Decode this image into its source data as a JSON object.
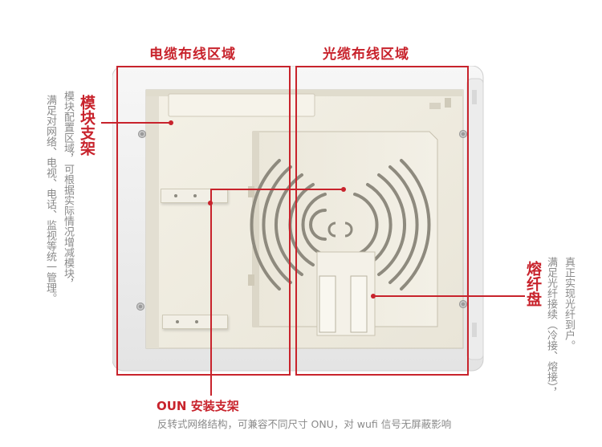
{
  "labels": {
    "cable_zone": "电缆布线区域",
    "fiber_zone": "光缆布线区域",
    "module_bracket": "模块支架",
    "fusion_tray": "熔纤盘",
    "oun_bracket": "OUN 安装支架"
  },
  "descriptions": {
    "left_col1": "满足对网络、电视、电话、监视等统一管理。",
    "left_col2": "模块配置区域，可根据实际情况增减模块，",
    "right_col1": "满足光纤接续（冷接、熔接），",
    "right_col2": "真正实现光纤到户。",
    "bottom": "反转式网络结构，可兼容不同尺寸 ONU，对 wufi 信号无屏蔽影响"
  },
  "colors": {
    "accent_red": "#c8232c",
    "caption_gray": "#8a8a8a"
  }
}
